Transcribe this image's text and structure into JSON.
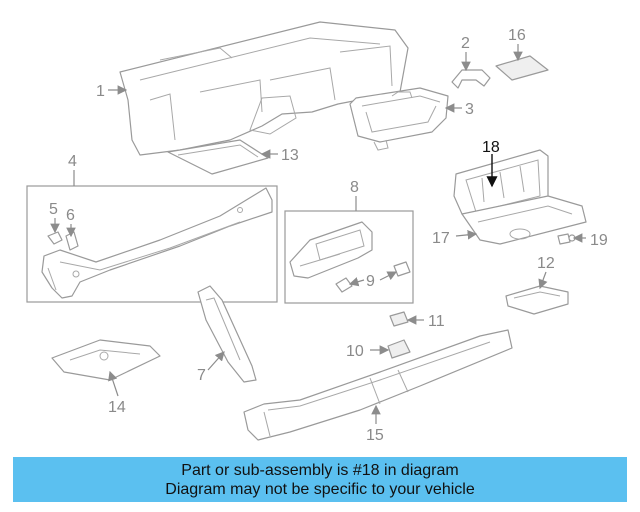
{
  "callouts": {
    "c1": "1",
    "c2": "2",
    "c3": "3",
    "c4": "4",
    "c5": "5",
    "c6": "6",
    "c7": "7",
    "c8": "8",
    "c9": "9",
    "c10": "10",
    "c11": "11",
    "c12": "12",
    "c13": "13",
    "c14": "14",
    "c15": "15",
    "c16": "16",
    "c17": "17",
    "c18": "18",
    "c19": "19"
  },
  "highlighted_part": "18",
  "banner": {
    "line1": "Part or sub-assembly is #18 in diagram",
    "line2": "Diagram may not be specific to your vehicle",
    "color": "#5bc0f0"
  }
}
